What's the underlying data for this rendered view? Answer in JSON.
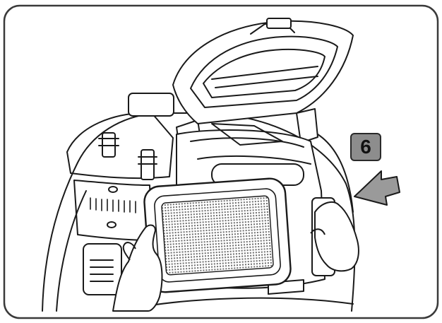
{
  "step": {
    "number": "6"
  },
  "colors": {
    "line": "#1a1a1a",
    "frame": "#3a3a3a",
    "badge": "#8d8d8d",
    "filter_mesh": "#6e6e6e",
    "arrow_fill": "#9a9a9a"
  },
  "icons": [
    "push-arrow-icon",
    "filter-panel",
    "hand-left",
    "hand-right",
    "vacuum-body",
    "open-lid"
  ]
}
